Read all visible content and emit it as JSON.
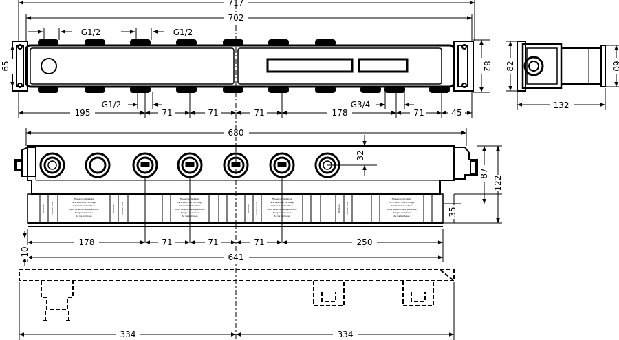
{
  "dimensions": {
    "overall_717": "717",
    "overall_702": "702",
    "thread_g12_a": "G1/2",
    "thread_g12_b": "G1/2",
    "height_65": "65",
    "height_82_right": "82",
    "side_82": "82",
    "side_60": "60",
    "side_132": "132",
    "thread_g12_bottom": "G1/2",
    "thread_g34": "G3/4",
    "bottom_195": "195",
    "bottom_71_a": "71",
    "bottom_71_b": "71",
    "bottom_71_c": "71",
    "bottom_178": "178",
    "bottom_71_d": "71",
    "bottom_45": "45",
    "width_680": "680",
    "offset_32": "32",
    "depth_87": "87",
    "depth_122": "122",
    "depth_35": "35",
    "spacing_178": "178",
    "spacing_71_a": "71",
    "spacing_71_b": "71",
    "spacing_71_c": "71",
    "spacing_250": "250",
    "width_641": "641",
    "offset_10": "10",
    "half_334_left": "334",
    "half_334_right": "334"
  },
  "wall_labels": {
    "line1": "Fliesenvorderkante",
    "line2": "Face avant du carrelage",
    "line3": "Finished wall surface",
    "line4": "Parte esterna della piastrella",
    "line5": "Margen delantero",
    "line6": "de los baldosas",
    "vertical_a": "Rohbau",
    "vertical_b": "Contour brut"
  },
  "colors": {
    "line": "#000000",
    "background": "#ffffff"
  }
}
